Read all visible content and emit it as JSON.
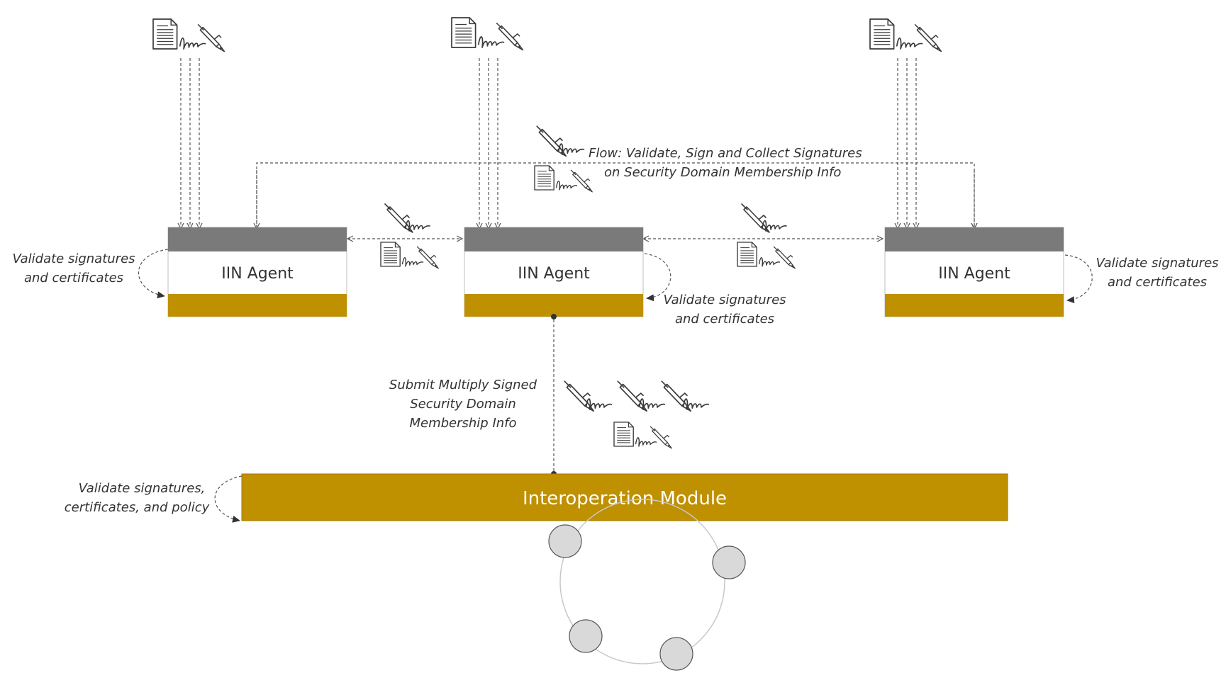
{
  "agents": [
    {
      "label": "IIN Agent"
    },
    {
      "label": "IIN Agent"
    },
    {
      "label": "IIN Agent"
    }
  ],
  "module": {
    "label": "Interoperation Module"
  },
  "notes": {
    "flow_line1": "Flow: Validate, Sign and Collect Signatures",
    "flow_line2": "on Security Domain Membership Info",
    "left_validate_line1": "Validate signatures",
    "left_validate_line2": "and certificates",
    "mid_validate_line1": "Validate signatures",
    "mid_validate_line2": "and certificates",
    "right_validate_line1": "Validate signatures",
    "right_validate_line2": "and certificates",
    "submit_line1": "Submit Multiply Signed",
    "submit_line2": "Security Domain",
    "submit_line3": "Membership Info",
    "module_validate_line1": "Validate signatures,",
    "module_validate_line2": "certificates, and policy"
  },
  "colors": {
    "agent_header": "#7a7a7a",
    "agent_footer": "#bf9000",
    "module_fill": "#bf9000",
    "node_fill": "#d9d9d9",
    "ring_stroke": "#c8c8c8"
  }
}
